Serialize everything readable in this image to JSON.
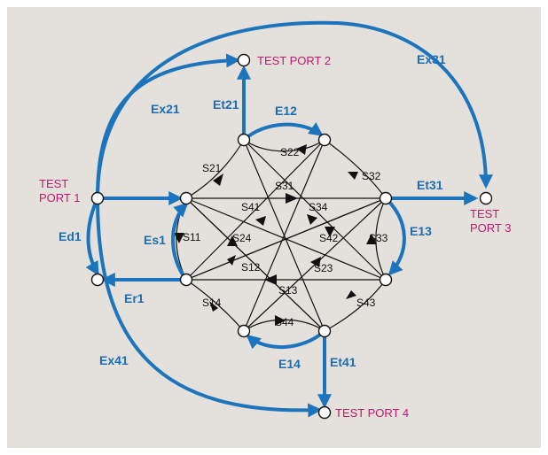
{
  "colors": {
    "blue_paths": "#1c75bc",
    "port_labels": "#c0186f",
    "background": "#e4e0dc"
  },
  "ports": {
    "port1_line1": "TEST",
    "port1_line2": "PORT 1",
    "port2": "TEST PORT 2",
    "port3_line1": "TEST",
    "port3_line2": "PORT 3",
    "port4": "TEST PORT 4"
  },
  "error_terms": {
    "Ex21": "Ex21",
    "Ex31": "Ex31",
    "Ex41": "Ex41",
    "Et21": "Et21",
    "Et31": "Et31",
    "Et41": "Et41",
    "E12": "E12",
    "E13": "E13",
    "E14": "E14",
    "Ed1": "Ed1",
    "Es1": "Es1",
    "Er1": "Er1"
  },
  "s_params": {
    "S21": "S21",
    "S22": "S22",
    "S32": "S32",
    "S31": "S31",
    "S41": "S41",
    "S34": "S34",
    "S11": "S11",
    "S24": "S24",
    "S42": "S42",
    "S33": "S33",
    "S12": "S12",
    "S23": "S23",
    "S13": "S13",
    "S14": "S14",
    "S44": "S44",
    "S43": "S43"
  }
}
